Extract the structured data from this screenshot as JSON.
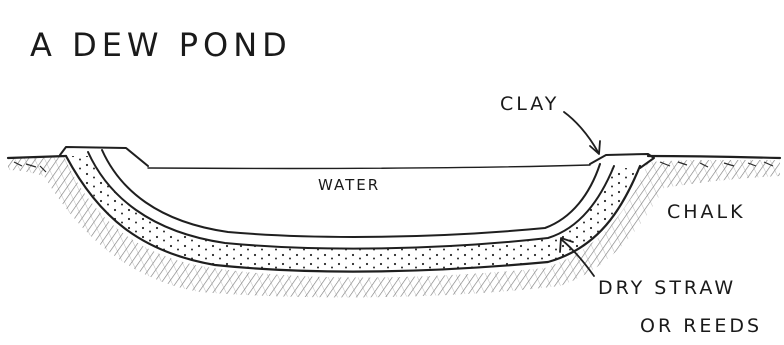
{
  "title": "A DEW POND",
  "labels": {
    "water": "WATER",
    "clay": "CLAY",
    "chalk": "CHALK",
    "straw_line1": "DRY STRAW",
    "straw_line2": "OR REEDS"
  },
  "colors": {
    "ink": "#1f1f1f",
    "shading": "#6a6a6a",
    "paper": "#ffffff"
  }
}
